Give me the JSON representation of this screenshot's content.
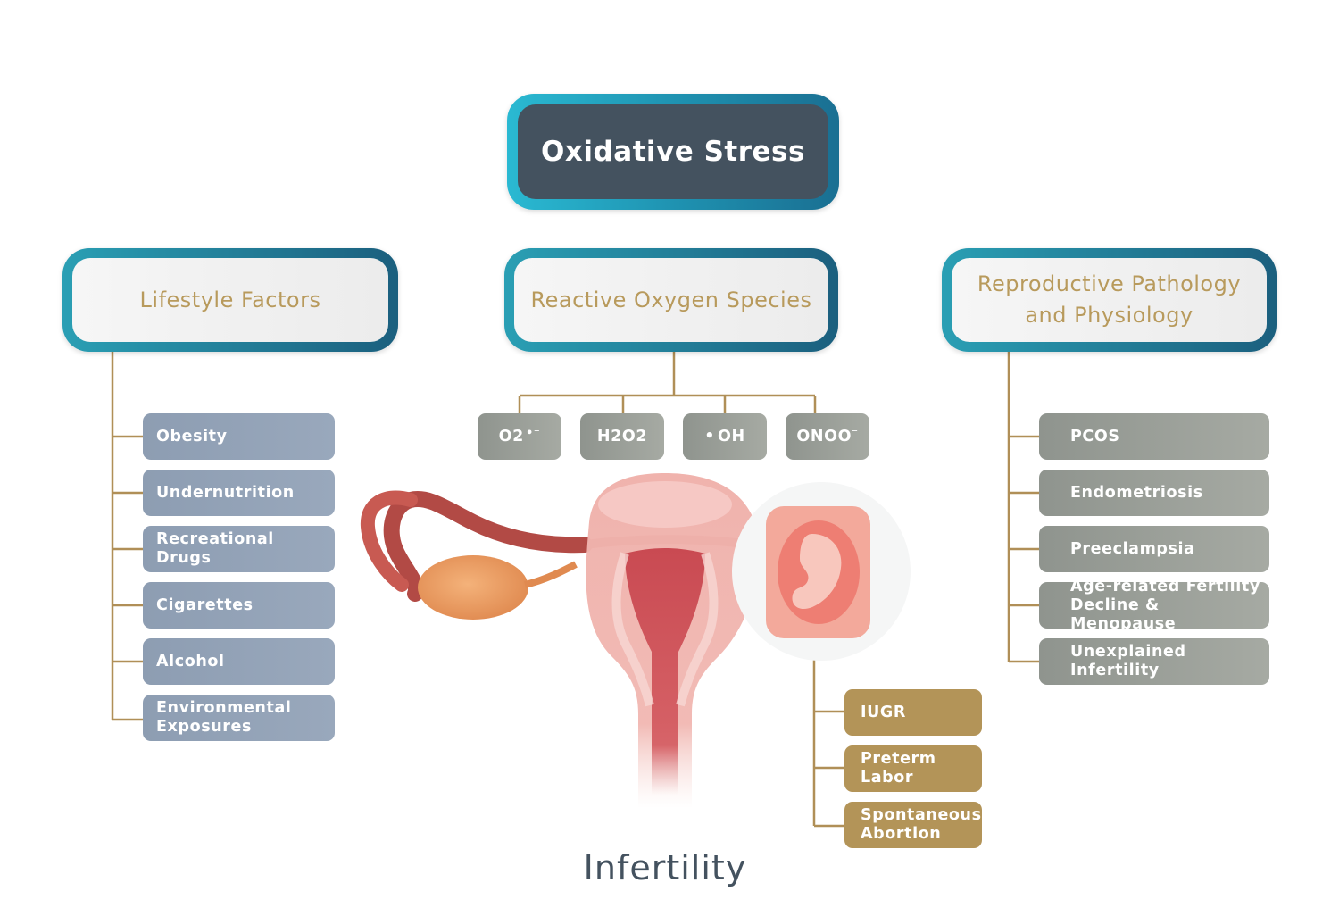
{
  "title": "Oxidative Stress",
  "categories": {
    "lifestyle": "Lifestyle Factors",
    "ros": "Reactive Oxygen Species",
    "reproductive_line1": "Reproductive Pathology",
    "reproductive_line2": "and Physiology"
  },
  "lifestyle_items": [
    {
      "line1": "Obesity",
      "line2": ""
    },
    {
      "line1": "Undernutrition",
      "line2": ""
    },
    {
      "line1": "Recreational Drugs",
      "line2": ""
    },
    {
      "line1": "Cigarettes",
      "line2": ""
    },
    {
      "line1": "Alcohol",
      "line2": ""
    },
    {
      "line1": "Environmental",
      "line2": "Exposures"
    }
  ],
  "ros_items": [
    {
      "text": "O2",
      "suffix": "•⁻"
    },
    {
      "text": "H2O2",
      "suffix": ""
    },
    {
      "prefix": "•",
      "text": "OH"
    },
    {
      "text": "ONOO",
      "suffix": "⁻"
    }
  ],
  "reproductive_items": [
    {
      "line1": "PCOS",
      "line2": ""
    },
    {
      "line1": "Endometriosis",
      "line2": ""
    },
    {
      "line1": "Preeclampsia",
      "line2": ""
    },
    {
      "line1": "Age-related Fertility",
      "line2": "Decline & Menopause"
    },
    {
      "line1": "Unexplained",
      "line2": "Infertility"
    }
  ],
  "pregnancy_items": [
    {
      "line1": "IUGR",
      "line2": ""
    },
    {
      "line1": "Preterm",
      "line2": "Labor"
    },
    {
      "line1": "Spontaneous",
      "line2": "Abortion"
    }
  ],
  "bottom_label": "Infertility",
  "colors": {
    "navy": "#44525f",
    "teal": "#2ab9d2",
    "gold": "#b39458",
    "slate_blue": "#94a3b8",
    "sage_gray": "#9a9e98",
    "connector": "#b08f57"
  }
}
